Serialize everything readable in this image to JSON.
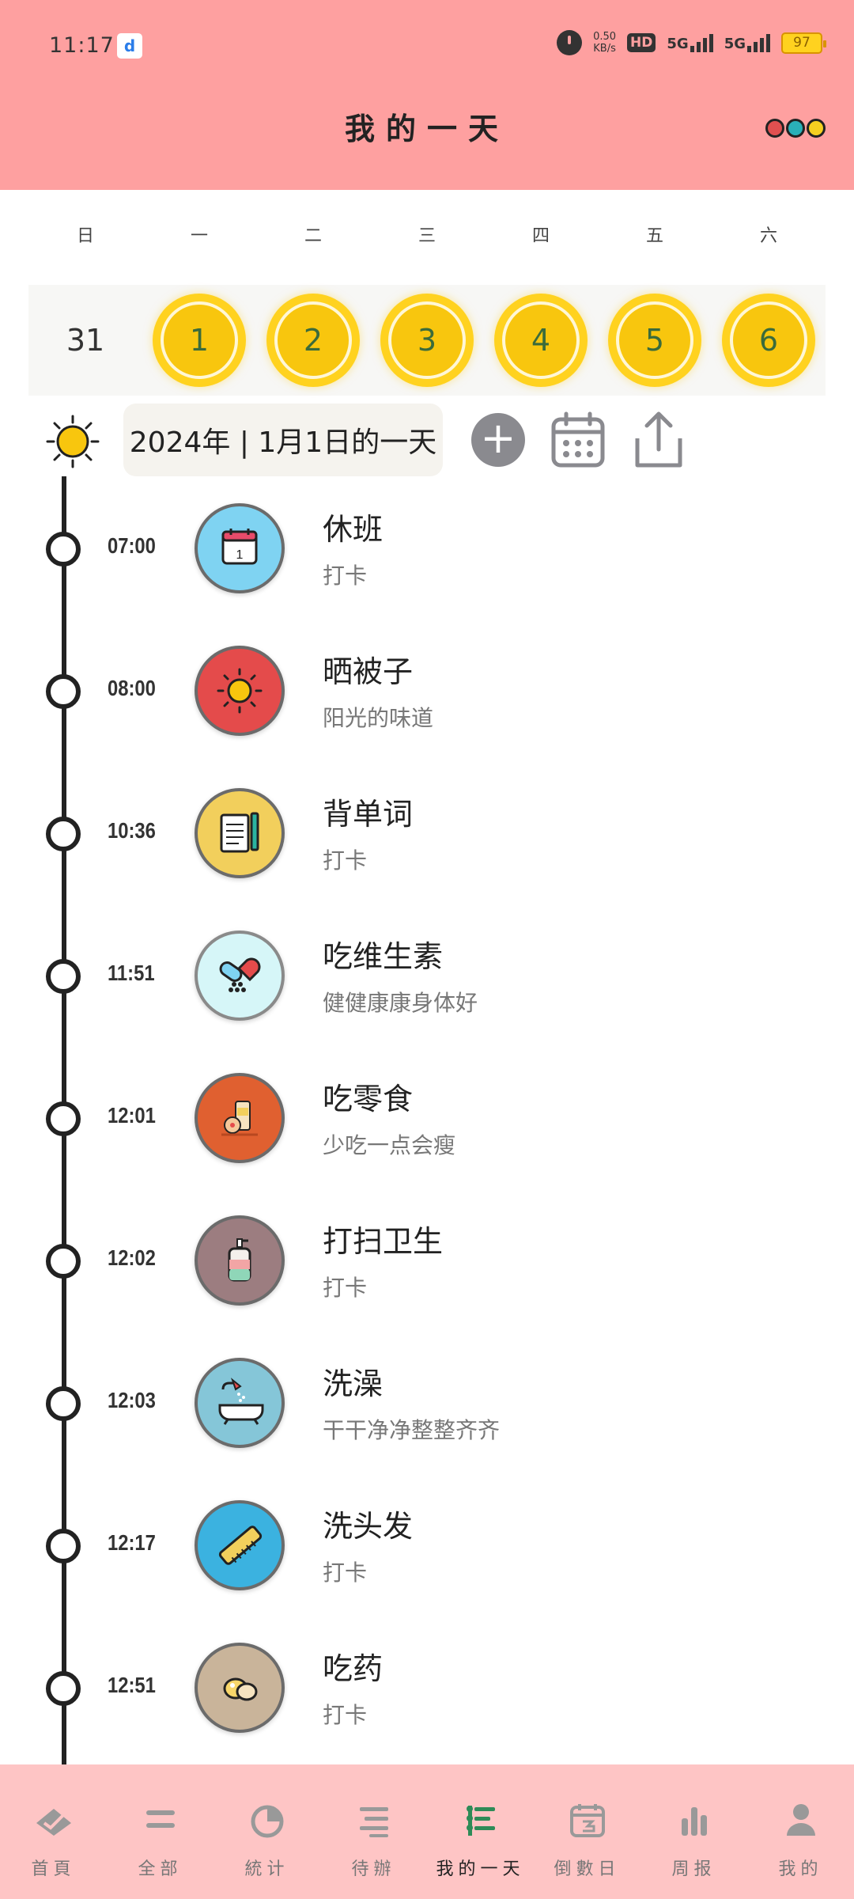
{
  "status_bar": {
    "time": "11:17",
    "app_badge": "d",
    "net_speed_value": "0.50",
    "net_speed_unit": "KB/s",
    "hd_label": "HD",
    "sim1_label": "5G",
    "sim2_label": "5G",
    "battery": "97"
  },
  "header": {
    "title": "我的一天",
    "dot_colors": [
      "#e05050",
      "#2ab0b8",
      "#f5d020"
    ]
  },
  "week": {
    "weekdays": [
      "日",
      "一",
      "二",
      "三",
      "四",
      "五",
      "六"
    ],
    "dates": [
      "31",
      "1",
      "2",
      "3",
      "4",
      "5",
      "6"
    ],
    "highlighted_dates": [
      "1",
      "2",
      "3",
      "4",
      "5",
      "6"
    ]
  },
  "date_bar": {
    "label": "2024年 | 1月1日的一天",
    "icons": [
      "sun-icon",
      "plus-icon",
      "calendar-icon",
      "share-icon"
    ]
  },
  "timeline": [
    {
      "time": "07:00",
      "name": "休班",
      "sub": "打卡",
      "icon": "calendar-icon",
      "color": "#7fd3f2"
    },
    {
      "time": "08:00",
      "name": "晒被子",
      "sub": "阳光的味道",
      "icon": "sun-icon",
      "color": "#e44b4b"
    },
    {
      "time": "10:36",
      "name": "背单词",
      "sub": "打卡",
      "icon": "notebook-pen-icon",
      "color": "#f2cf5c"
    },
    {
      "time": "11:51",
      "name": "吃维生素",
      "sub": "健健康康身体好",
      "icon": "pills-icon",
      "color": "#d6f6f8"
    },
    {
      "time": "12:01",
      "name": "吃零食",
      "sub": "少吃一点会瘦",
      "icon": "snack-icon",
      "color": "#e06030"
    },
    {
      "time": "12:02",
      "name": "打扫卫生",
      "sub": "打卡",
      "icon": "soap-bottle-icon",
      "color": "#9c7d80"
    },
    {
      "time": "12:03",
      "name": "洗澡",
      "sub": "干干净净整整齐齐",
      "icon": "bathtub-icon",
      "color": "#85c6d8"
    },
    {
      "time": "12:17",
      "name": "洗头发",
      "sub": "打卡",
      "icon": "comb-icon",
      "color": "#3bb2e0"
    },
    {
      "time": "12:51",
      "name": "吃药",
      "sub": "打卡",
      "icon": "medicine-icon",
      "color": "#c9b49a"
    }
  ],
  "bottom_nav": [
    {
      "label": "首頁",
      "icon": "home-check-icon",
      "active": false
    },
    {
      "label": "全部",
      "icon": "list-all-icon",
      "active": false
    },
    {
      "label": "統计",
      "icon": "pie-chart-icon",
      "active": false
    },
    {
      "label": "待辦",
      "icon": "todo-list-icon",
      "active": false
    },
    {
      "label": "我的一天",
      "icon": "timeline-list-icon",
      "active": true
    },
    {
      "label": "倒數日",
      "icon": "countdown-calendar-icon",
      "active": false
    },
    {
      "label": "周报",
      "icon": "bar-chart-icon",
      "active": false
    },
    {
      "label": "我的",
      "icon": "user-icon",
      "active": false
    }
  ]
}
